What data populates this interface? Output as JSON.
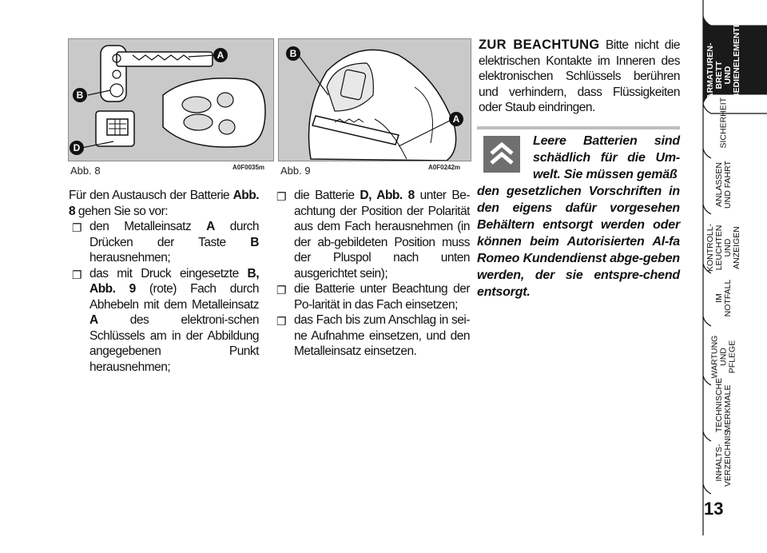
{
  "figure8": {
    "caption": "Abb. 8",
    "code": "A0F0035m",
    "labels": {
      "a": "A",
      "b": "B",
      "d": "D"
    }
  },
  "figure9": {
    "caption": "Abb. 9",
    "code": "A0F0242m",
    "labels": {
      "b": "B",
      "a": "A"
    }
  },
  "col1": {
    "intro_text": "Für den Austausch der Batterie ",
    "intro_ref": "Abb. 8",
    "intro_end": " gehen Sie so vor:",
    "bullet_mark": "❐",
    "b1_pre": "den Metalleinsatz ",
    "b1_a": "A",
    "b1_mid": " durch Drücken der Taste ",
    "b1_b": "B",
    "b1_end": " herausnehmen;",
    "b2_pre": "das mit Druck eingesetzte ",
    "b2_ref": "B, Abb. 9",
    "b2_mid": " (rote) Fach durch Abhebeln mit dem Metalleinsatz ",
    "b2_a": "A",
    "b2_end": " des elektroni-schen Schlüssels am in der Abbildung angegebenen Punkt herausnehmen;"
  },
  "col2": {
    "b1_pre": "die Batterie ",
    "b1_ref": "D, Abb. 8",
    "b1_end": " unter Be-achtung der Position der Polarität aus dem Fach herausnehmen (in der ab-gebildeten Position muss der Pluspol nach unten ausgerichtet sein);",
    "b2": "die Batterie unter Beachtung der Po-larität in das Fach einsetzen;",
    "b3": "das Fach bis zum Anschlag in sei-ne Aufnahme einsetzen, und den Metalleinsatz einsetzen."
  },
  "col3": {
    "heading": "ZUR BEACHTUNG",
    "text": " Bitte nicht die elektrischen Kontakte im Inneren des elektronischen Schlüssels berühren und verhindern, dass Flüssigkeiten oder Staub eindringen.",
    "warning_lead": "Leere Batterien sind schädlich für die Um-welt. Sie müssen gemäß",
    "warning_rest": "den gesetzlichen Vorschriften in den eigens dafür vorgesehen Behältern entsorgt werden oder können beim Autorisierten Al-fa Romeo Kundendienst abge-geben werden, der sie entspre-chend entsorgt."
  },
  "sidebar": {
    "tabs": [
      {
        "label": "ARMATUREN-\nBRETT UND\nBEDIENELEMENTE",
        "active": true
      },
      {
        "label": "SICHERHEIT",
        "active": false
      },
      {
        "label": "ANLASSEN\nUND FAHRT",
        "active": false
      },
      {
        "label": "KONTROLL-\nLEUCHTEN\nUND ANZEIGEN",
        "active": false
      },
      {
        "label": "IM NOTFALL",
        "active": false
      },
      {
        "label": "WARTUNG\nUND PFLEGE",
        "active": false
      },
      {
        "label": "TECHNISCHE\nMERKMALE",
        "active": false
      },
      {
        "label": "INHALTS-\nVERZEICHNIS",
        "active": false
      }
    ],
    "page_number": "13"
  },
  "colors": {
    "active_tab": "#1a1a1a",
    "figure_bg": "#c9c9c9",
    "warning_icon": "#6f6f6f"
  }
}
